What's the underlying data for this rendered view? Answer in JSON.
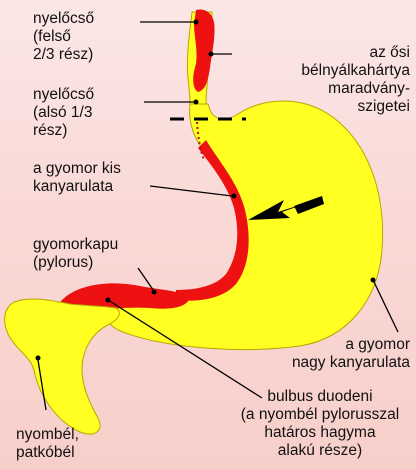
{
  "labels": {
    "esophagus_upper": "nyelőcső\n(felső\n2/3 rész)",
    "mucosa_islands": "az ősi\nbélnyálkahártya\nmaradvány-\nszigetei",
    "esophagus_lower": "nyelőcső\n(alsó 1/3\nrész)",
    "lesser_curvature": "a gyomor kis\nkanyarulata",
    "pylorus": "gyomorkapu\n(pylorus)",
    "greater_curvature": "a gyomor\nnagy kanyarulata",
    "bulbus": "bulbus duodeni\n(a nyombél pylorusszal\nhatáros hagyma\nalakú része)",
    "duodenum": "nyombél,\npatkóbél"
  },
  "colors": {
    "stomach_fill": "#ffff22",
    "red_lesion": "#ee1111",
    "arrow": "#000000",
    "outline": "#b8a400"
  }
}
